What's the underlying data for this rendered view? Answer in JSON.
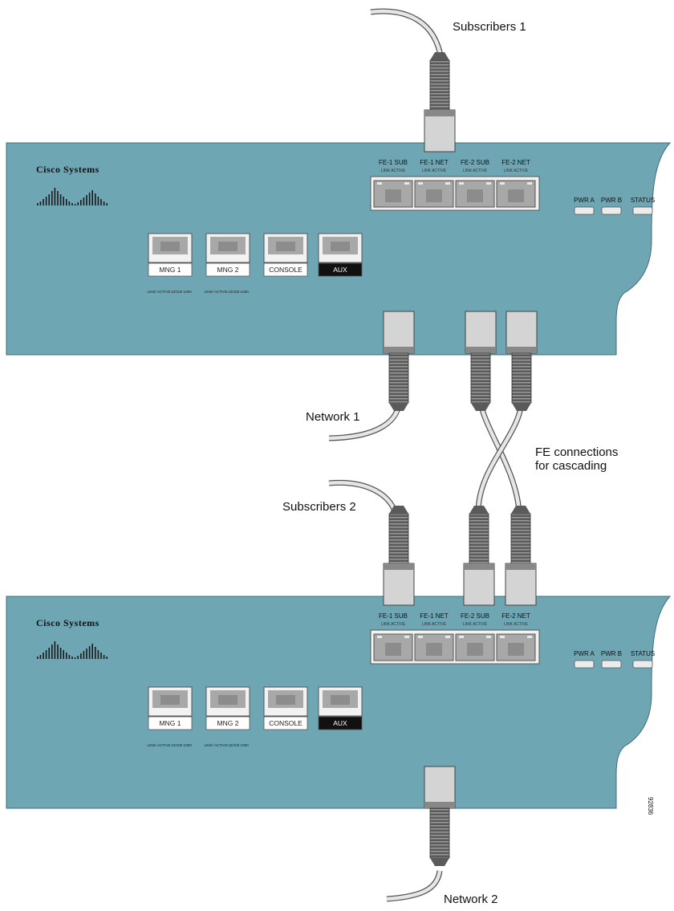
{
  "callouts": {
    "subscribers1": "Subscribers 1",
    "network1": "Network 1",
    "fe_line1": "FE connections",
    "fe_line2": "for cascading",
    "subscribers2": "Subscribers 2",
    "network2": "Network 2"
  },
  "chassis": [
    {
      "logo": "Cisco Systems",
      "fe_ports": [
        "FE-1 SUB",
        "FE-1 NET",
        "FE-2 SUB",
        "FE-2 NET"
      ],
      "fe_sub": [
        "LINK ACTIVE",
        "LINK ACTIVE",
        "LINK ACTIVE",
        "LINK ACTIVE"
      ],
      "leds": [
        "PWR A",
        "PWR B",
        "STATUS"
      ],
      "mgmt_ports": [
        "MNG 1",
        "MNG 2",
        "CONSOLE",
        "AUX"
      ],
      "mgmt_leds": [
        "LINK/ ACTIVE",
        "10/100 1000",
        "LINK/ ACTIVE",
        "10/100 1000"
      ]
    },
    {
      "logo": "Cisco Systems",
      "fe_ports": [
        "FE-1 SUB",
        "FE-1 NET",
        "FE-2 SUB",
        "FE-2 NET"
      ],
      "fe_sub": [
        "LINK ACTIVE",
        "LINK ACTIVE",
        "LINK ACTIVE",
        "LINK ACTIVE"
      ],
      "leds": [
        "PWR A",
        "PWR B",
        "STATUS"
      ],
      "mgmt_ports": [
        "MNG 1",
        "MNG 2",
        "CONSOLE",
        "AUX"
      ],
      "mgmt_leds": [
        "LINK/ ACTIVE",
        "10/100 1000",
        "LINK/ ACTIVE",
        "10/100 1000"
      ]
    }
  ],
  "figure_id": "92836",
  "colors": {
    "chassis": "#6ea6b4",
    "port": "#a8a8a8",
    "connector": "#d4d4d4",
    "boot": "#555555"
  }
}
